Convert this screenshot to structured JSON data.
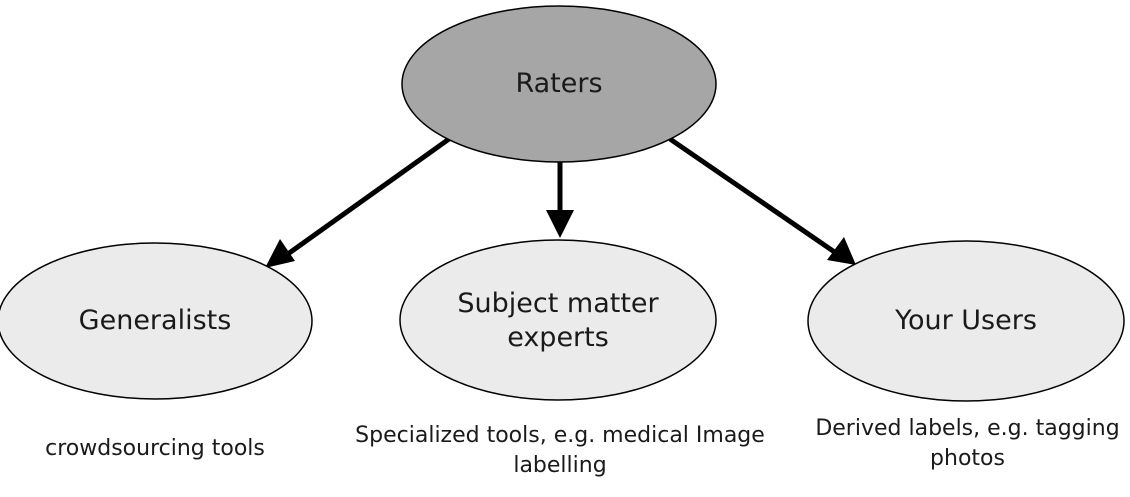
{
  "nodes": {
    "root": {
      "label": "Raters"
    },
    "generalists": {
      "label": "Generalists"
    },
    "experts": {
      "label": "Subject matter experts"
    },
    "users": {
      "label": "Your Users"
    }
  },
  "captions": {
    "generalists": "crowdsourcing tools",
    "experts": "Specialized tools, e.g. medical Image labelling",
    "users": "Derived labels, e.g. tagging photos"
  },
  "colors": {
    "root_fill": "#a6a6a6",
    "child_fill": "#ebebeb",
    "stroke": "#000000"
  }
}
